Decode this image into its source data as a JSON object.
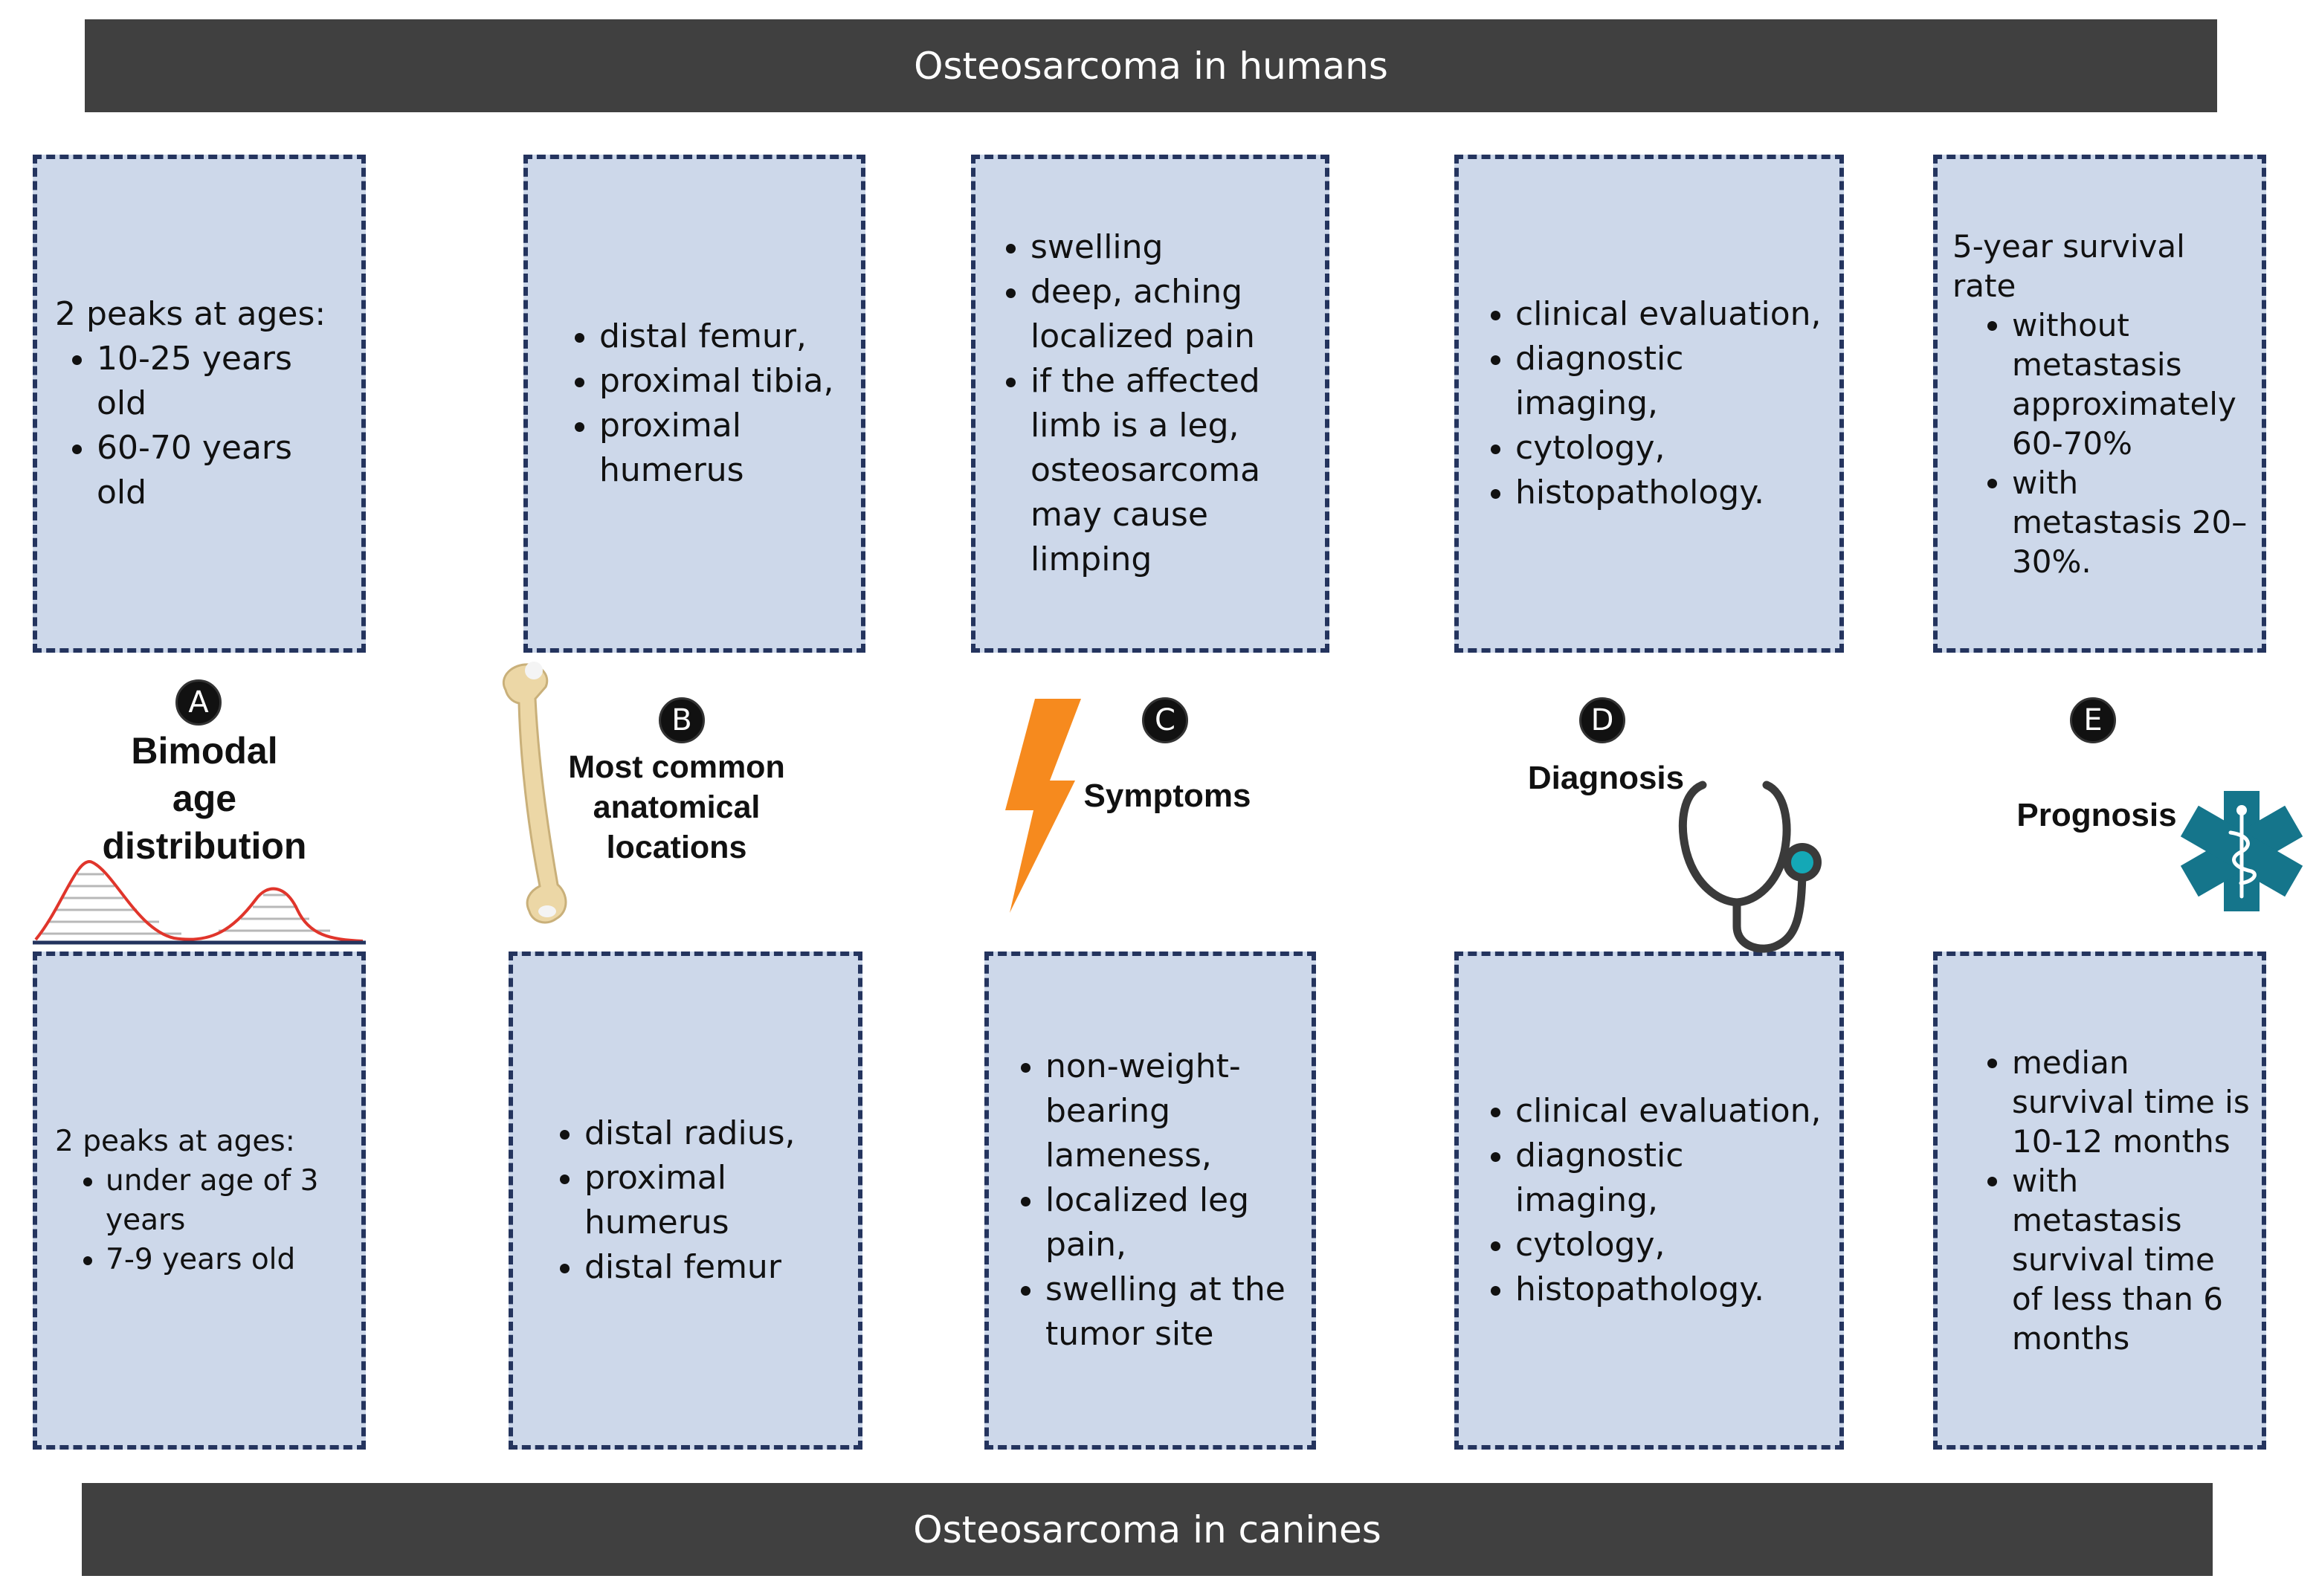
{
  "banners": {
    "top": "Osteosarcoma in humans",
    "bottom": "Osteosarcoma in canines"
  },
  "columns": [
    {
      "letter": "A",
      "heading": [
        "Bimodal",
        "age",
        "distribution"
      ],
      "human": {
        "lead": "2 peaks at ages:",
        "items": [
          "10-25 years old",
          "60-70 years old"
        ]
      },
      "canine": {
        "lead": "2 peaks at ages:",
        "items": [
          "under age of 3 years",
          "7-9 years old"
        ]
      }
    },
    {
      "letter": "B",
      "heading": [
        "Most common",
        "anatomical",
        "locations"
      ],
      "human": {
        "items": [
          "distal femur,",
          "proximal tibia,",
          "proximal humerus"
        ]
      },
      "canine": {
        "items": [
          "distal radius,",
          "proximal humerus",
          "distal femur"
        ]
      }
    },
    {
      "letter": "C",
      "heading": [
        "Symptoms"
      ],
      "human": {
        "items": [
          "swelling",
          "deep, aching localized pain",
          "if the affected limb is a leg, osteosarcoma may cause limping"
        ]
      },
      "canine": {
        "items": [
          "non-weight-bearing lameness,",
          " localized leg pain,",
          "swelling at the tumor site"
        ]
      }
    },
    {
      "letter": "D",
      "heading": [
        "Diagnosis"
      ],
      "human": {
        "items": [
          "clinical evaluation,",
          "diagnostic imaging,",
          " cytology,",
          "histopathology."
        ]
      },
      "canine": {
        "items": [
          "clinical evaluation,",
          "diagnostic imaging,",
          " cytology,",
          "histopathology."
        ]
      }
    },
    {
      "letter": "E",
      "heading": [
        "Prognosis"
      ],
      "human": {
        "lead": "5-year survival rate",
        "items": [
          "without metastasis approximately 60-70%",
          "with metastasis 20–30%."
        ]
      },
      "canine": {
        "items": [
          "median survival time is 10-12 months",
          "with metastasis survival time of less than 6 months"
        ]
      }
    }
  ],
  "icons": {
    "A": "bimodal-curve-icon",
    "B": "femur-bone-icon",
    "C": "lightning-bolt-icon",
    "D": "stethoscope-icon",
    "E": "star-of-life-icon"
  },
  "colors": {
    "banner": "#404040",
    "box_fill": "#cdd8ea",
    "box_border": "#24345e",
    "curve": "#e0352b",
    "bolt": "#f68a1e",
    "bone": "#ecd7a6",
    "medical": "#15758b",
    "stethoscope_tip": "#14a8b6"
  }
}
